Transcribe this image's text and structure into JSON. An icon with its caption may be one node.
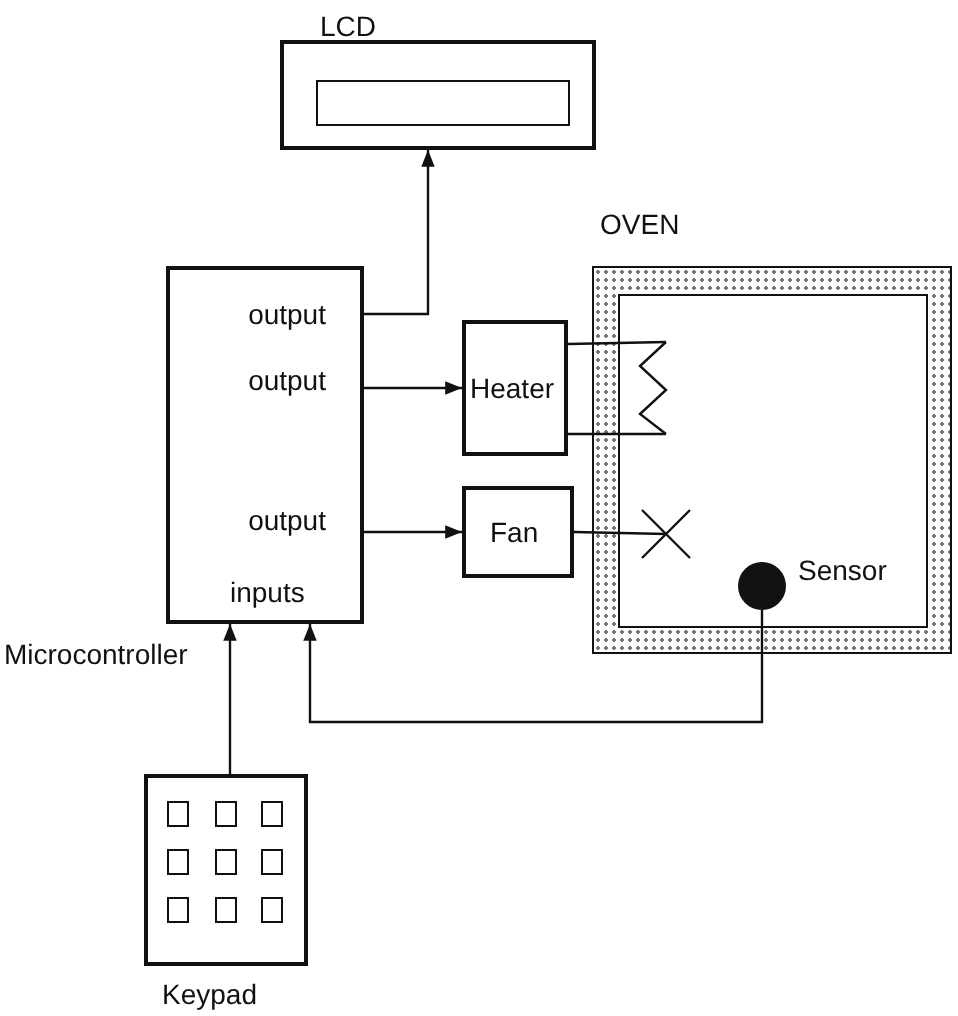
{
  "diagram": {
    "nodes": [
      {
        "text": [
          "LCD"
        ]
      },
      {
        "text": [
          "output",
          "output",
          "output",
          "inputs",
          "Microcontroller"
        ]
      },
      {
        "text": [
          "Heater"
        ]
      },
      {
        "text": [
          "Fan"
        ]
      },
      {
        "text": [
          "OVEN"
        ]
      },
      {
        "text": [],
        "shape": "coil",
        "in": 4
      },
      {
        "text": [],
        "shape": "cross",
        "in": 4
      },
      {
        "text": [],
        "shape": "circle",
        "beside": [
          "Sensor"
        ],
        "in": 4
      },
      {
        "text": [
          "Keypad"
        ]
      }
    ],
    "edges": [
      {
        "from": 1,
        "to": 0,
        "arrow": "to"
      },
      {
        "from": 1,
        "to": 2,
        "arrow": "to"
      },
      {
        "from": 2,
        "to": 5,
        "arrow": "none"
      },
      {
        "from": 2,
        "to": 5,
        "arrow": "none"
      },
      {
        "from": 1,
        "to": 3,
        "arrow": "to"
      },
      {
        "from": 3,
        "to": 6,
        "arrow": "none"
      },
      {
        "from": 7,
        "to": 1,
        "arrow": "to"
      },
      {
        "from": 8,
        "to": 1,
        "arrow": "to"
      }
    ]
  }
}
